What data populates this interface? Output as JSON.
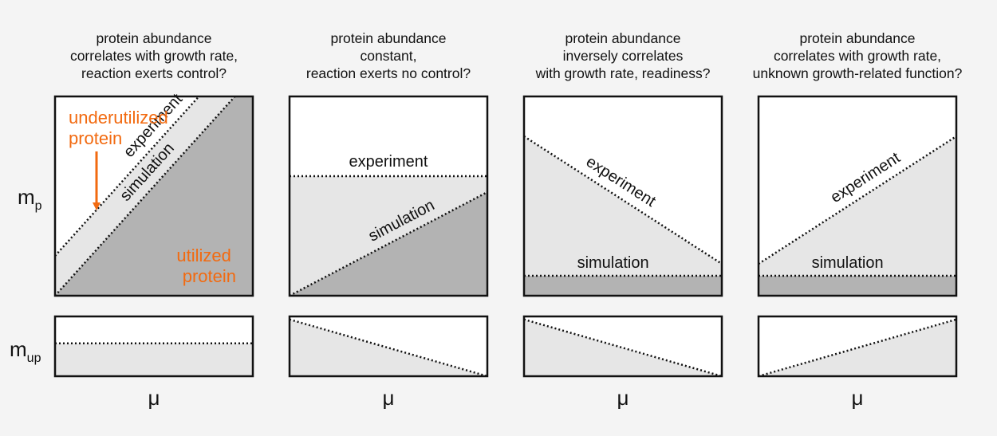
{
  "axes": {
    "y_top_symbol": "m",
    "y_top_sub": "p",
    "y_bottom_symbol": "m",
    "y_bottom_sub": "up",
    "x_label": "μ"
  },
  "colors": {
    "utilized_fill": "#b3b3b3",
    "experiment_fill": "#e6e6e6",
    "panel_bg": "#ffffff",
    "accent": "#f26a10",
    "line": "#111111"
  },
  "annotations": {
    "underutilized": [
      "underutilized",
      "protein"
    ],
    "utilized": [
      "utilized",
      "protein"
    ]
  },
  "panels": [
    {
      "title": [
        "protein abundance",
        "correlates with growth rate,",
        "reaction exerts control?"
      ],
      "experiment_label": "experiment",
      "simulation_label": "simulation",
      "top": {
        "experiment": [
          0.2,
          1.3
        ],
        "simulation": [
          0.0,
          1.1
        ]
      },
      "bottom": {
        "unutilized": [
          0.55,
          0.55
        ]
      }
    },
    {
      "title": [
        "protein abundance",
        "constant,",
        "reaction exerts no control?"
      ],
      "experiment_label": "experiment",
      "simulation_label": "simulation",
      "top": {
        "experiment": [
          0.6,
          0.6
        ],
        "simulation": [
          0.0,
          0.52
        ]
      },
      "bottom": {
        "unutilized": [
          0.95,
          0.0
        ]
      }
    },
    {
      "title": [
        "protein abundance",
        "inversely correlates",
        "with growth rate, readiness?"
      ],
      "experiment_label": "experiment",
      "simulation_label": "simulation",
      "top": {
        "experiment": [
          0.8,
          0.16
        ],
        "simulation": [
          0.1,
          0.1
        ]
      },
      "bottom": {
        "unutilized": [
          0.95,
          0.0
        ]
      }
    },
    {
      "title": [
        "protein abundance",
        "correlates with growth rate,",
        "unknown growth-related function?"
      ],
      "experiment_label": "experiment",
      "simulation_label": "simulation",
      "top": {
        "experiment": [
          0.16,
          0.8
        ],
        "simulation": [
          0.1,
          0.1
        ]
      },
      "bottom": {
        "unutilized": [
          0.0,
          0.95
        ]
      }
    }
  ]
}
